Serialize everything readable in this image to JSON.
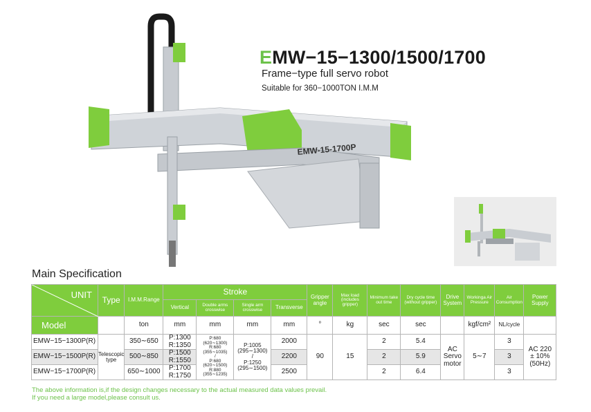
{
  "title": {
    "first_letter": "E",
    "rest": "MW−15−1300/1500/1700"
  },
  "subtitle": "Frame−type full servo robot",
  "suitable": "Suitable for 360−1000TON I.M.M",
  "spec_heading": "Main Specification",
  "robot_label": "EMW-15-1700P",
  "table": {
    "header": {
      "unit": "UNIT",
      "model": "Model",
      "type": "Type",
      "imm_range": "I.M.M.Range",
      "stroke": "Stroke",
      "vertical": "Vertical",
      "double_arms": "Double arms crosswise",
      "single_arm": "Single arm crosswise",
      "transverse": "Transverse",
      "gripper_angle": "Gripper angle",
      "max_load": "Max load (includes gripper)",
      "min_take_out": "Minimum take out time",
      "dry_cycle": "Dry cycle time (without gripper)",
      "drive_system": "Drive System",
      "working_air": "Workinga Air Pressure",
      "air_consumption": "Air Consumption",
      "power_supply": "Power Supply"
    },
    "units": {
      "imm_range": "ton",
      "vertical": "mm",
      "double_arms": "mm",
      "single_arm": "mm",
      "transverse": "mm",
      "gripper_angle": "°",
      "max_load": "kg",
      "min_take_out": "sec",
      "dry_cycle": "sec",
      "working_air": "kgf/cm²",
      "air_consumption": "NL/cycle"
    },
    "rows": [
      {
        "model": "EMW−15−1300P(R)",
        "range": "350∼650",
        "vertical": "P:1300\nR:1350",
        "transverse": "2000",
        "min_take_out": "2",
        "dry_cycle": "5.4",
        "air": "3"
      },
      {
        "model": "EMW−15−1500P(R)",
        "range": "500∼850",
        "vertical": "P:1500\nR:1550",
        "transverse": "2200",
        "min_take_out": "2",
        "dry_cycle": "5.9",
        "air": "3"
      },
      {
        "model": "EMW−15−1700P(R)",
        "range": "650∼1000",
        "vertical": "P:1700\nR:1750",
        "transverse": "2500",
        "min_take_out": "2",
        "dry_cycle": "6.4",
        "air": "3"
      }
    ],
    "type_value": "Telescopic type",
    "double_arms_value": "P:680\n(620∼1300)\nR:680\n(355∼1035)\n/\nP:680\n(620∼1500)\nR:880\n(355∼1235)",
    "single_arm_value": "P:1005\n(295∼1300)\n/\nP:1250\n(295∼1500)",
    "gripper_angle_value": "90",
    "max_load_value": "15",
    "drive_value": "AC\nServo\nmotor",
    "working_air_value": "5∼7",
    "power_value": "AC 220\n± 10%\n(50Hz)"
  },
  "notes": [
    "The above information is,if the design changes necessary to the actual measured data values prevail.",
    "If you need a large model,please consult us."
  ],
  "colors": {
    "accent": "#7fcd3d",
    "frame": "#c9cdd2"
  }
}
